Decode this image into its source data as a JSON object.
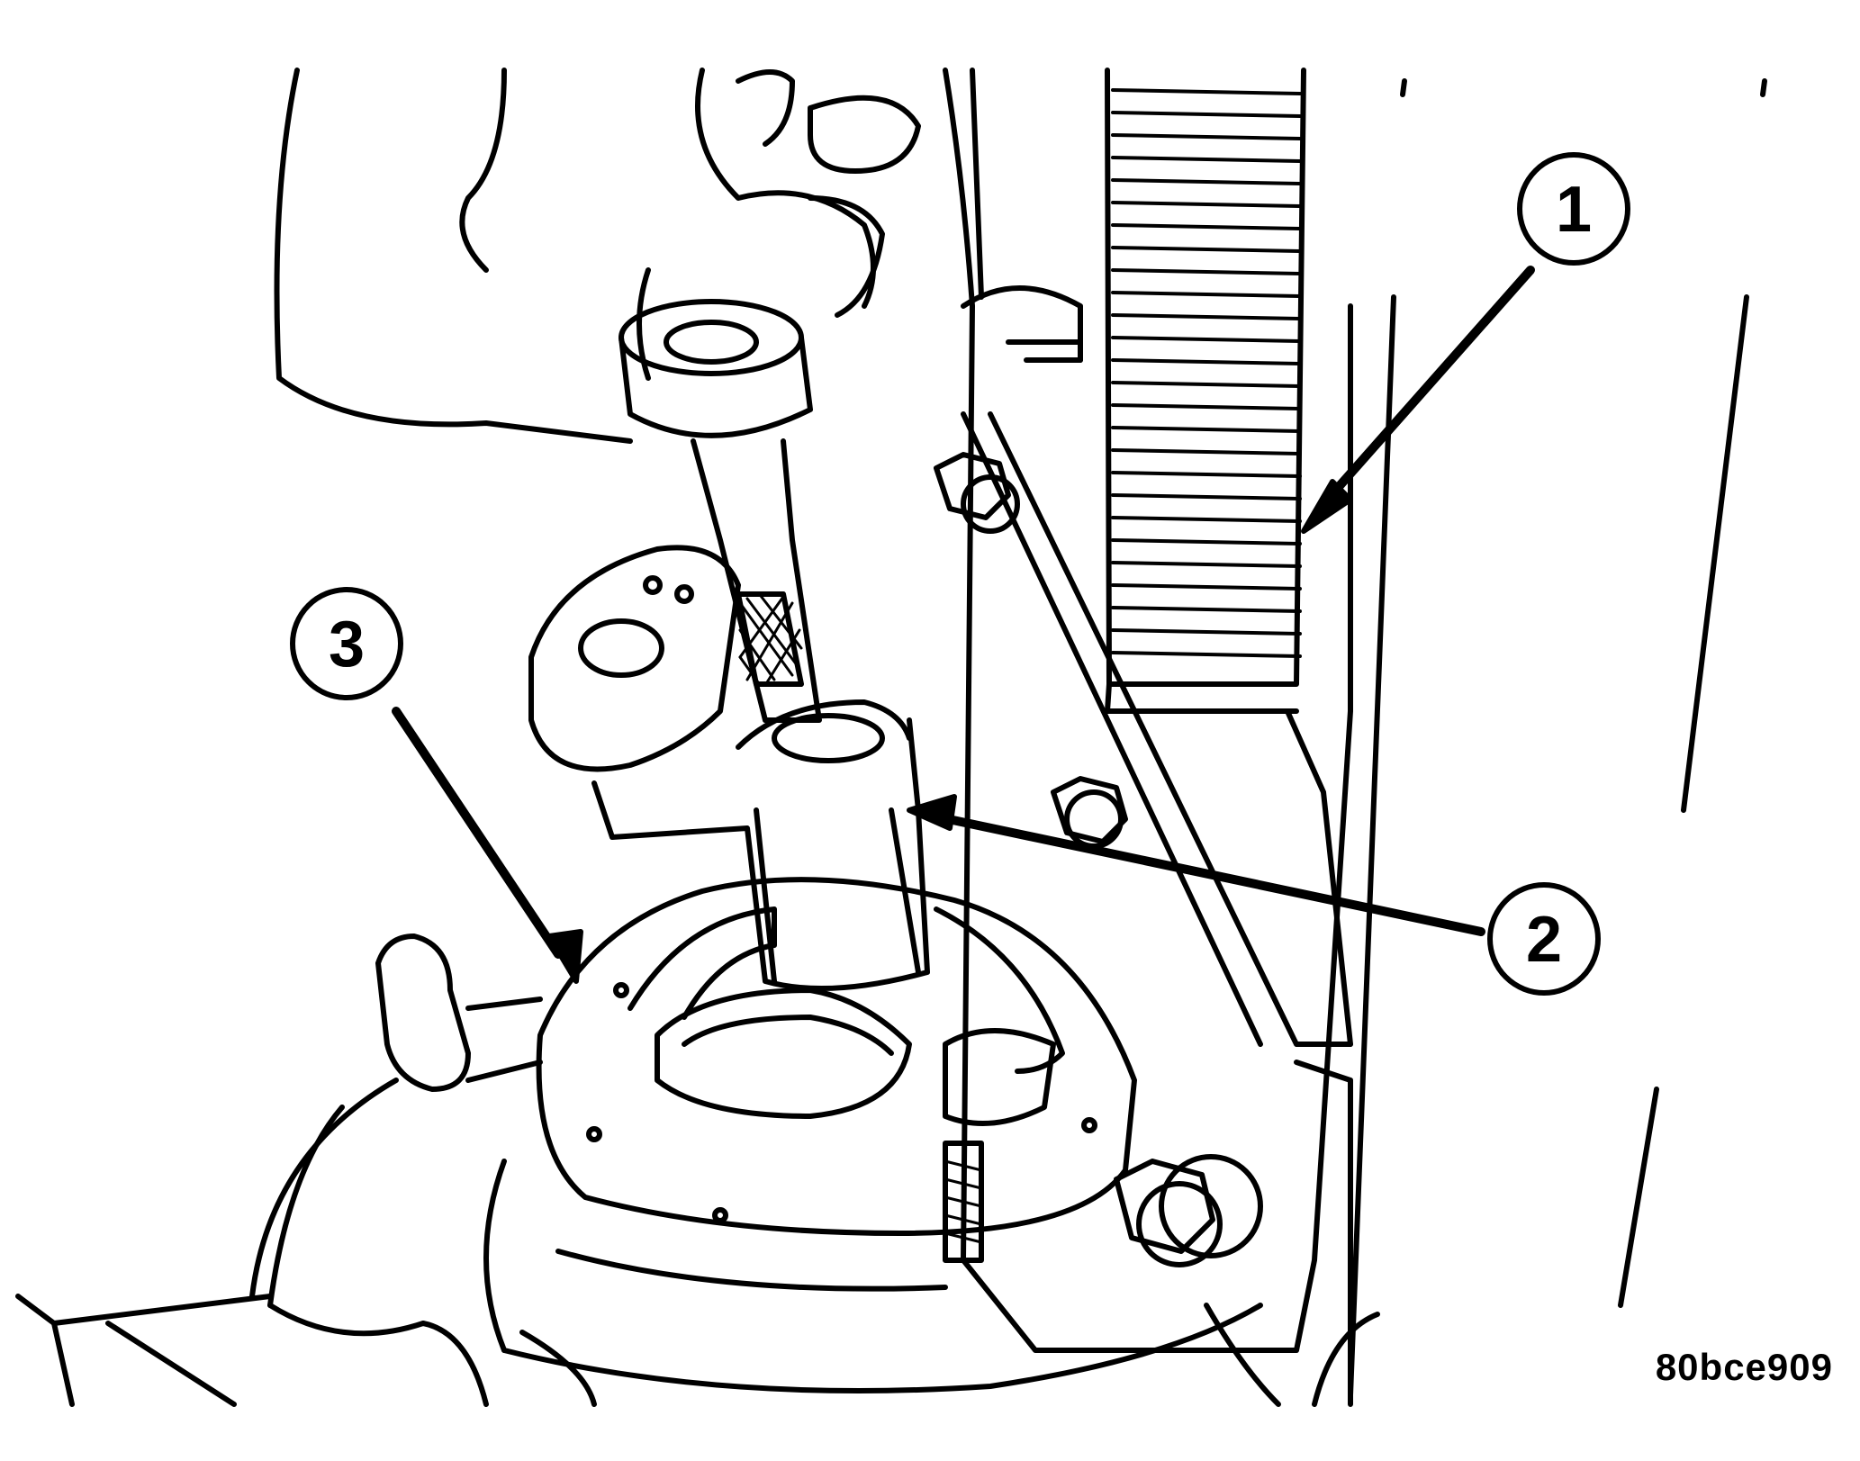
{
  "figure": {
    "id": "80bce909"
  },
  "callouts": [
    {
      "number": "1"
    },
    {
      "number": "2"
    },
    {
      "number": "3"
    }
  ],
  "colors": {
    "ink": "#000000",
    "paper": "#ffffff"
  }
}
